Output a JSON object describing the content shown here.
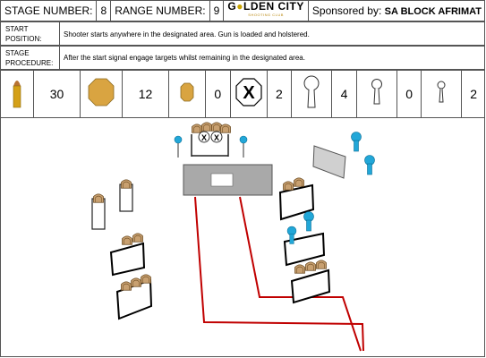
{
  "header": {
    "stage_label": "STAGE NUMBER:",
    "stage_number": "8",
    "range_label": "RANGE NUMBER:",
    "range_number": "9",
    "logo_title_a": "G",
    "logo_title_b": "LDEN CITY",
    "logo_subtitle": "SHOOTING CLUB",
    "sponsor_prefix": "Sponsored by:",
    "sponsor_name": "SA BLOCK AFRIMAT"
  },
  "start_position": {
    "label_line1": "START",
    "label_line2": "POSITION:",
    "text": "Shooter starts anywhere in the designated area. Gun is loaded and holstered."
  },
  "stage_procedure": {
    "label_line1": "STAGE",
    "label_line2": "PROCEDURE:",
    "text": "After the start signal engage targets whilst remaining in the designated area."
  },
  "counts": {
    "rounds": "30",
    "large_octagon_targets": "12",
    "small_octagon_targets": "0",
    "no_shoot_targets": "2",
    "large_popper_targets": "4",
    "medium_popper_targets": "0",
    "small_popper_targets": "2"
  },
  "colors": {
    "target_tan": "#c8a070",
    "gold": "#d9a441",
    "popper_blue": "#22a7d8",
    "path_red": "#c00000",
    "barricade_grey": "#a9a9a9",
    "wall_grey": "#d0d0d0"
  }
}
